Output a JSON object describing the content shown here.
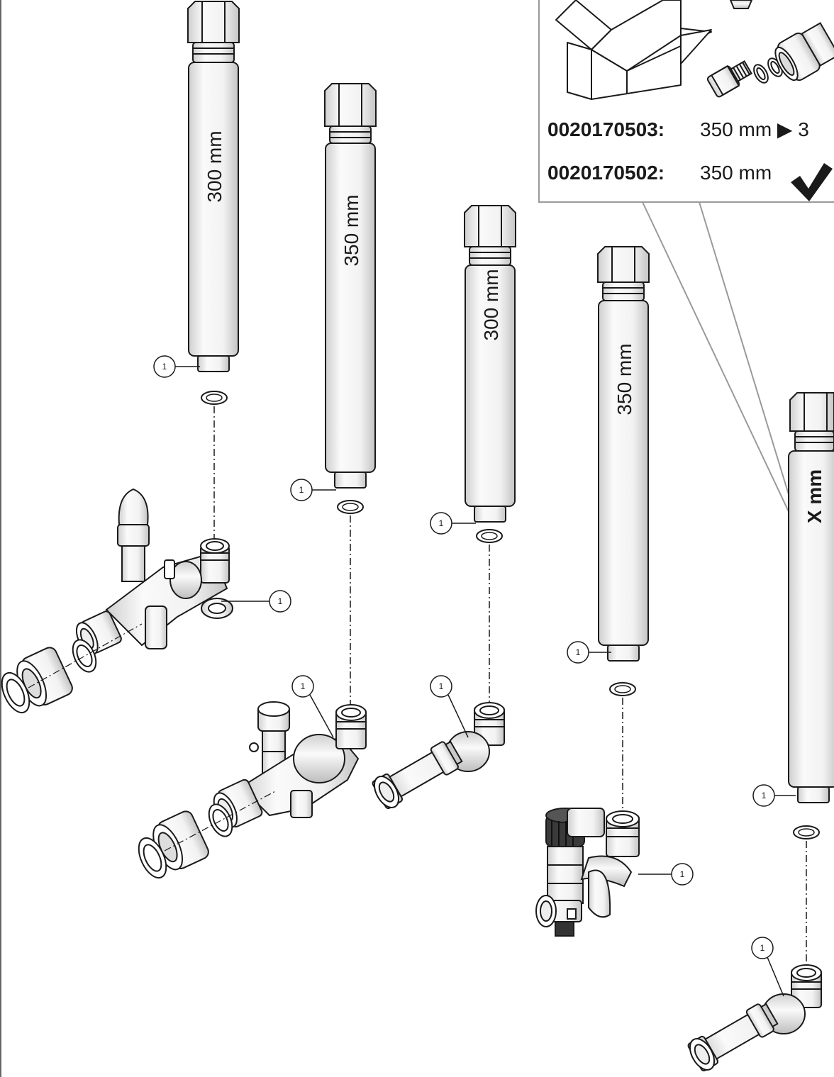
{
  "callout_label": "1",
  "pipe_labels": [
    "300 mm",
    "350 mm",
    "300 mm",
    "350 mm",
    "X mm"
  ],
  "codes": [
    {
      "code": "0020170503:",
      "value": "350 mm ▶ 3"
    },
    {
      "code": "0020170502:",
      "value": "350 mm"
    }
  ],
  "check_icon": "check-mark-icon",
  "colors": {
    "line": "#1a1a1a",
    "metal": "#e8e8e8",
    "frame": "#9a9a9a",
    "box": "#ffffff"
  }
}
